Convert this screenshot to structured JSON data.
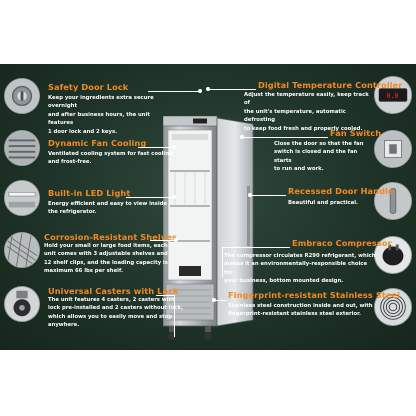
{
  "features": {
    "safety_lock": {
      "title": "Safety Door Lock",
      "lines": [
        "Keep your ingredients extra secure overnight",
        "and after business hours, the unit features",
        "1 door lock and 2 keys."
      ]
    },
    "fan_cooling": {
      "title": "Dynamic Fan Cooling",
      "lines": [
        "Ventilated cooling system for fast cooling",
        "and frost-free."
      ]
    },
    "led_light": {
      "title": "Built-in LED Light",
      "lines": [
        "Energy efficient and easy to view inside",
        "the refrigerator."
      ]
    },
    "shelves": {
      "title": "Corrosion-Resistant Shelves",
      "lines": [
        "Hold your small or large food items, each",
        "unit comes with 3 adjustable shelves and",
        "12 shelf clips, and the loading capacity is",
        "maximum 66 lbs per shelf."
      ]
    },
    "casters": {
      "title": "Universal Casters with Lock",
      "lines": [
        "The unit features 4 casters, 2 casters with",
        "lock pre-installed and 2 casters without lock,",
        "which allows you to easily move and stop anywhere."
      ]
    },
    "temp_controller": {
      "title": "Digital Temperature Controller",
      "lines": [
        "Adjust the temperature easily, keep track of",
        "the unit's temperature, automatic defrosting",
        "to keep food fresh and properly cooled."
      ]
    },
    "fan_switch": {
      "title": "Fan Switch",
      "lines": [
        "Close the door so that the fan",
        "switch is closed and the fan starts",
        "to run and work."
      ]
    },
    "door_handle": {
      "title": "Recessed Door Handle",
      "lines": [
        "Beautiful and practical."
      ]
    },
    "compressor": {
      "title": "Embraco Compressor",
      "lines": [
        "The compressor circulates R290 refrigerant, which",
        "makes it an environmentally-responsible choice for",
        "your business, bottom mounted design."
      ]
    },
    "stainless": {
      "title": "Fingerprint-resistant Stainless Steel",
      "lines": [
        "Stainless steel construction inside and out, with",
        "fingerprint-resistant stainless steel exterior."
      ]
    }
  },
  "display_readout": "0.0",
  "colors": {
    "title": "#f08a24",
    "panel": "#1f3328",
    "text": "#ffffff"
  }
}
